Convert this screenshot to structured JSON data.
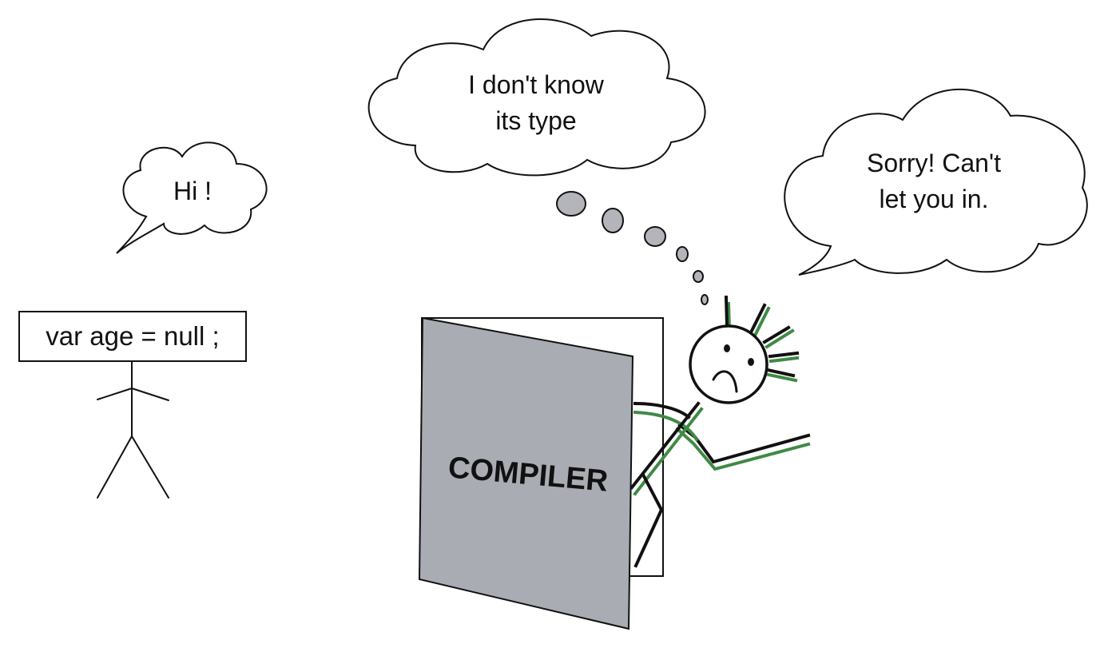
{
  "greeting_bubble": {
    "text": "Hi !"
  },
  "variable_sign": {
    "text": "var age = null ;"
  },
  "thought_bubble": {
    "line1": "I don't know",
    "line2": "its type"
  },
  "refusal_bubble": {
    "line1": "Sorry! Can't",
    "line2": "let you in."
  },
  "door": {
    "label": "COMPILER",
    "color": "#a9acb2"
  },
  "accent_color": "#3f8a44",
  "thought_dot_color": "#b3b5ba"
}
